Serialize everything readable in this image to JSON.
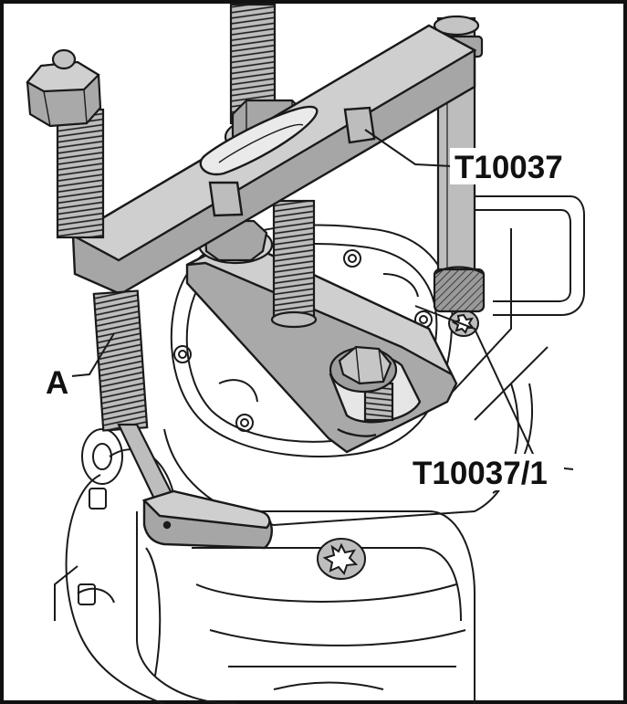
{
  "labels": {
    "tool_main": "T10037",
    "tool_plate": "T10037/1",
    "part_a": "A"
  },
  "colors": {
    "line": "#1a1a1a",
    "tool_gray": "#a6a6a6",
    "tool_dark": "#8a8a8a",
    "bolt_gray": "#b4b4b4",
    "background": "#ffffff"
  }
}
